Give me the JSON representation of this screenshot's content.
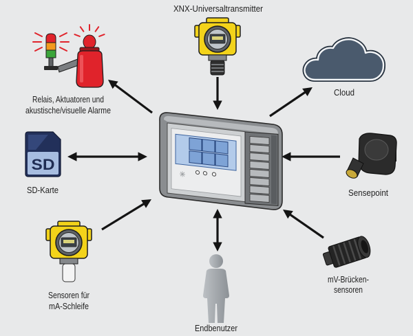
{
  "colors": {
    "background": "#e8e9ea",
    "arrow": "#141414",
    "label_text": "#1f1f1f",
    "transmitter_yellow": "#f3d31a",
    "cloud_fill": "#4a5a6d",
    "alarm_red": "#e0232b"
  },
  "nodes": {
    "controller": {
      "icon": "controller-device-icon"
    },
    "xnx_transmitter": {
      "label": "XNX-Universaltransmitter",
      "icon": "xnx-transmitter-icon"
    },
    "alarms": {
      "label_lines": [
        "Relais, Aktuatoren und",
        "akustische/visuelle Alarme"
      ],
      "icon": "alarm-devices-icon"
    },
    "cloud": {
      "label": "Cloud",
      "icon": "cloud-icon"
    },
    "sd_card": {
      "label": "SD-Karte",
      "icon_text": "SD",
      "icon": "sd-card-icon"
    },
    "sensepoint": {
      "label": "Sensepoint",
      "icon": "sensepoint-sensor-icon"
    },
    "ma_loop_sensors": {
      "label_lines": [
        "Sensoren für",
        "mA-Schleife"
      ],
      "icon": "ma-loop-transmitter-icon"
    },
    "mv_bridge_sensors": {
      "label_lines": [
        "mV-Brücken-",
        "sensoren"
      ],
      "icon": "mv-bridge-sensor-icon"
    },
    "end_user": {
      "label": "Endbenutzer",
      "icon": "person-icon"
    }
  }
}
